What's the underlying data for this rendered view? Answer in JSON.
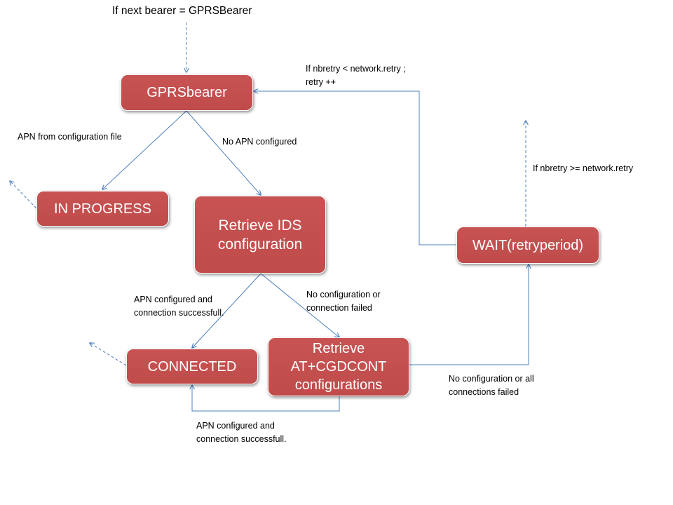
{
  "colors": {
    "node_fill": "#c0504d",
    "node_text": "#ffffff",
    "arrow": "#4f81bd",
    "label_text": "#000000"
  },
  "top_condition": "If next bearer = GPRSBearer",
  "nodes": {
    "gprs_bearer": "GPRSbearer",
    "in_progress": "IN PROGRESS",
    "retrieve_ids": "Retrieve IDS\nconfiguration",
    "connected": "CONNECTED",
    "retrieve_at": "Retrieve\nAT+CGDCONT\nconfigurations",
    "wait": "WAIT(retryperiod)"
  },
  "edge_labels": {
    "apn_from_file": "APN from configuration file",
    "no_apn": "No APN configured",
    "retry_loop": "If nbretry < network.retry ;\nretry ++",
    "retry_exhausted": "If nbretry >= network.retry",
    "ids_success": "APN configured and\nconnection successfull.",
    "ids_failed": "No configuration or\nconnection failed",
    "at_all_failed": "No configuration or all\nconnections failed",
    "at_success": "APN configured and\nconnection successfull."
  }
}
